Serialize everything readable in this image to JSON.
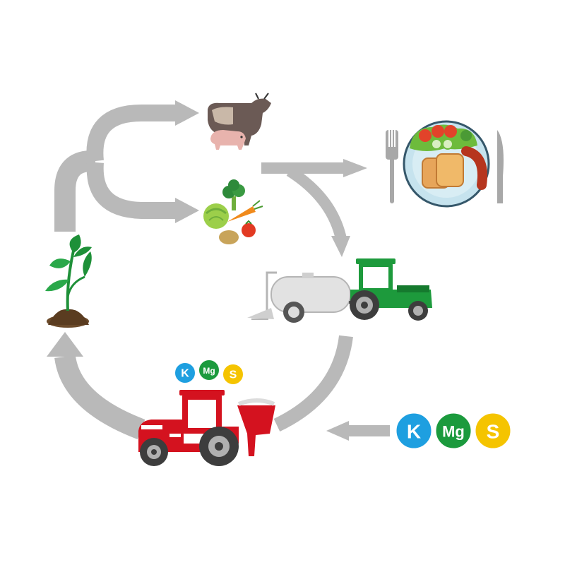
{
  "colors": {
    "arrow": "#b9b9b9",
    "potassium": "#1e9fe0",
    "magnesium": "#1b9a3d",
    "sulfur": "#f5c400",
    "red_tractor": "#d4121f",
    "green_tractor": "#1d9a3c",
    "plant": "#1e9038",
    "soil": "#6b4a2a"
  },
  "nutrients": [
    {
      "symbol": "K",
      "color_key": "potassium"
    },
    {
      "symbol": "Mg",
      "color_key": "magnesium"
    },
    {
      "symbol": "S",
      "color_key": "sulfur"
    }
  ],
  "icons": {
    "plant": "sprouting-plant-icon",
    "livestock": "cow-and-pig-icon",
    "vegetables": "vegetables-icon",
    "meal": "plate-of-food-icon",
    "slurry": "green-tractor-slurry-tanker-icon",
    "spreader": "red-tractor-fertilizer-spreader-icon"
  }
}
